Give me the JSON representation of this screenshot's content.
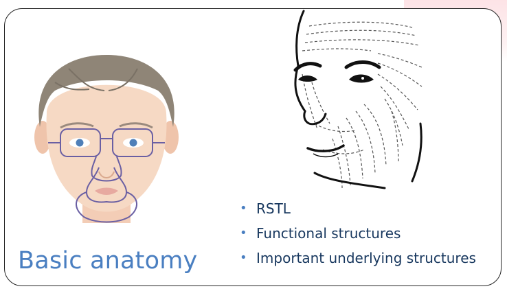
{
  "title": "Basic anatomy",
  "bullets": [
    "RSTL",
    "Functional structures",
    "Important underlying structures"
  ],
  "colors": {
    "title": "#4a7fc1",
    "bullet_text": "#17375e",
    "skin": "#f6d9c4",
    "hair": "#8f8577",
    "subunit_lines": "#6a5fa3"
  },
  "icons": {
    "bullet": "•"
  }
}
